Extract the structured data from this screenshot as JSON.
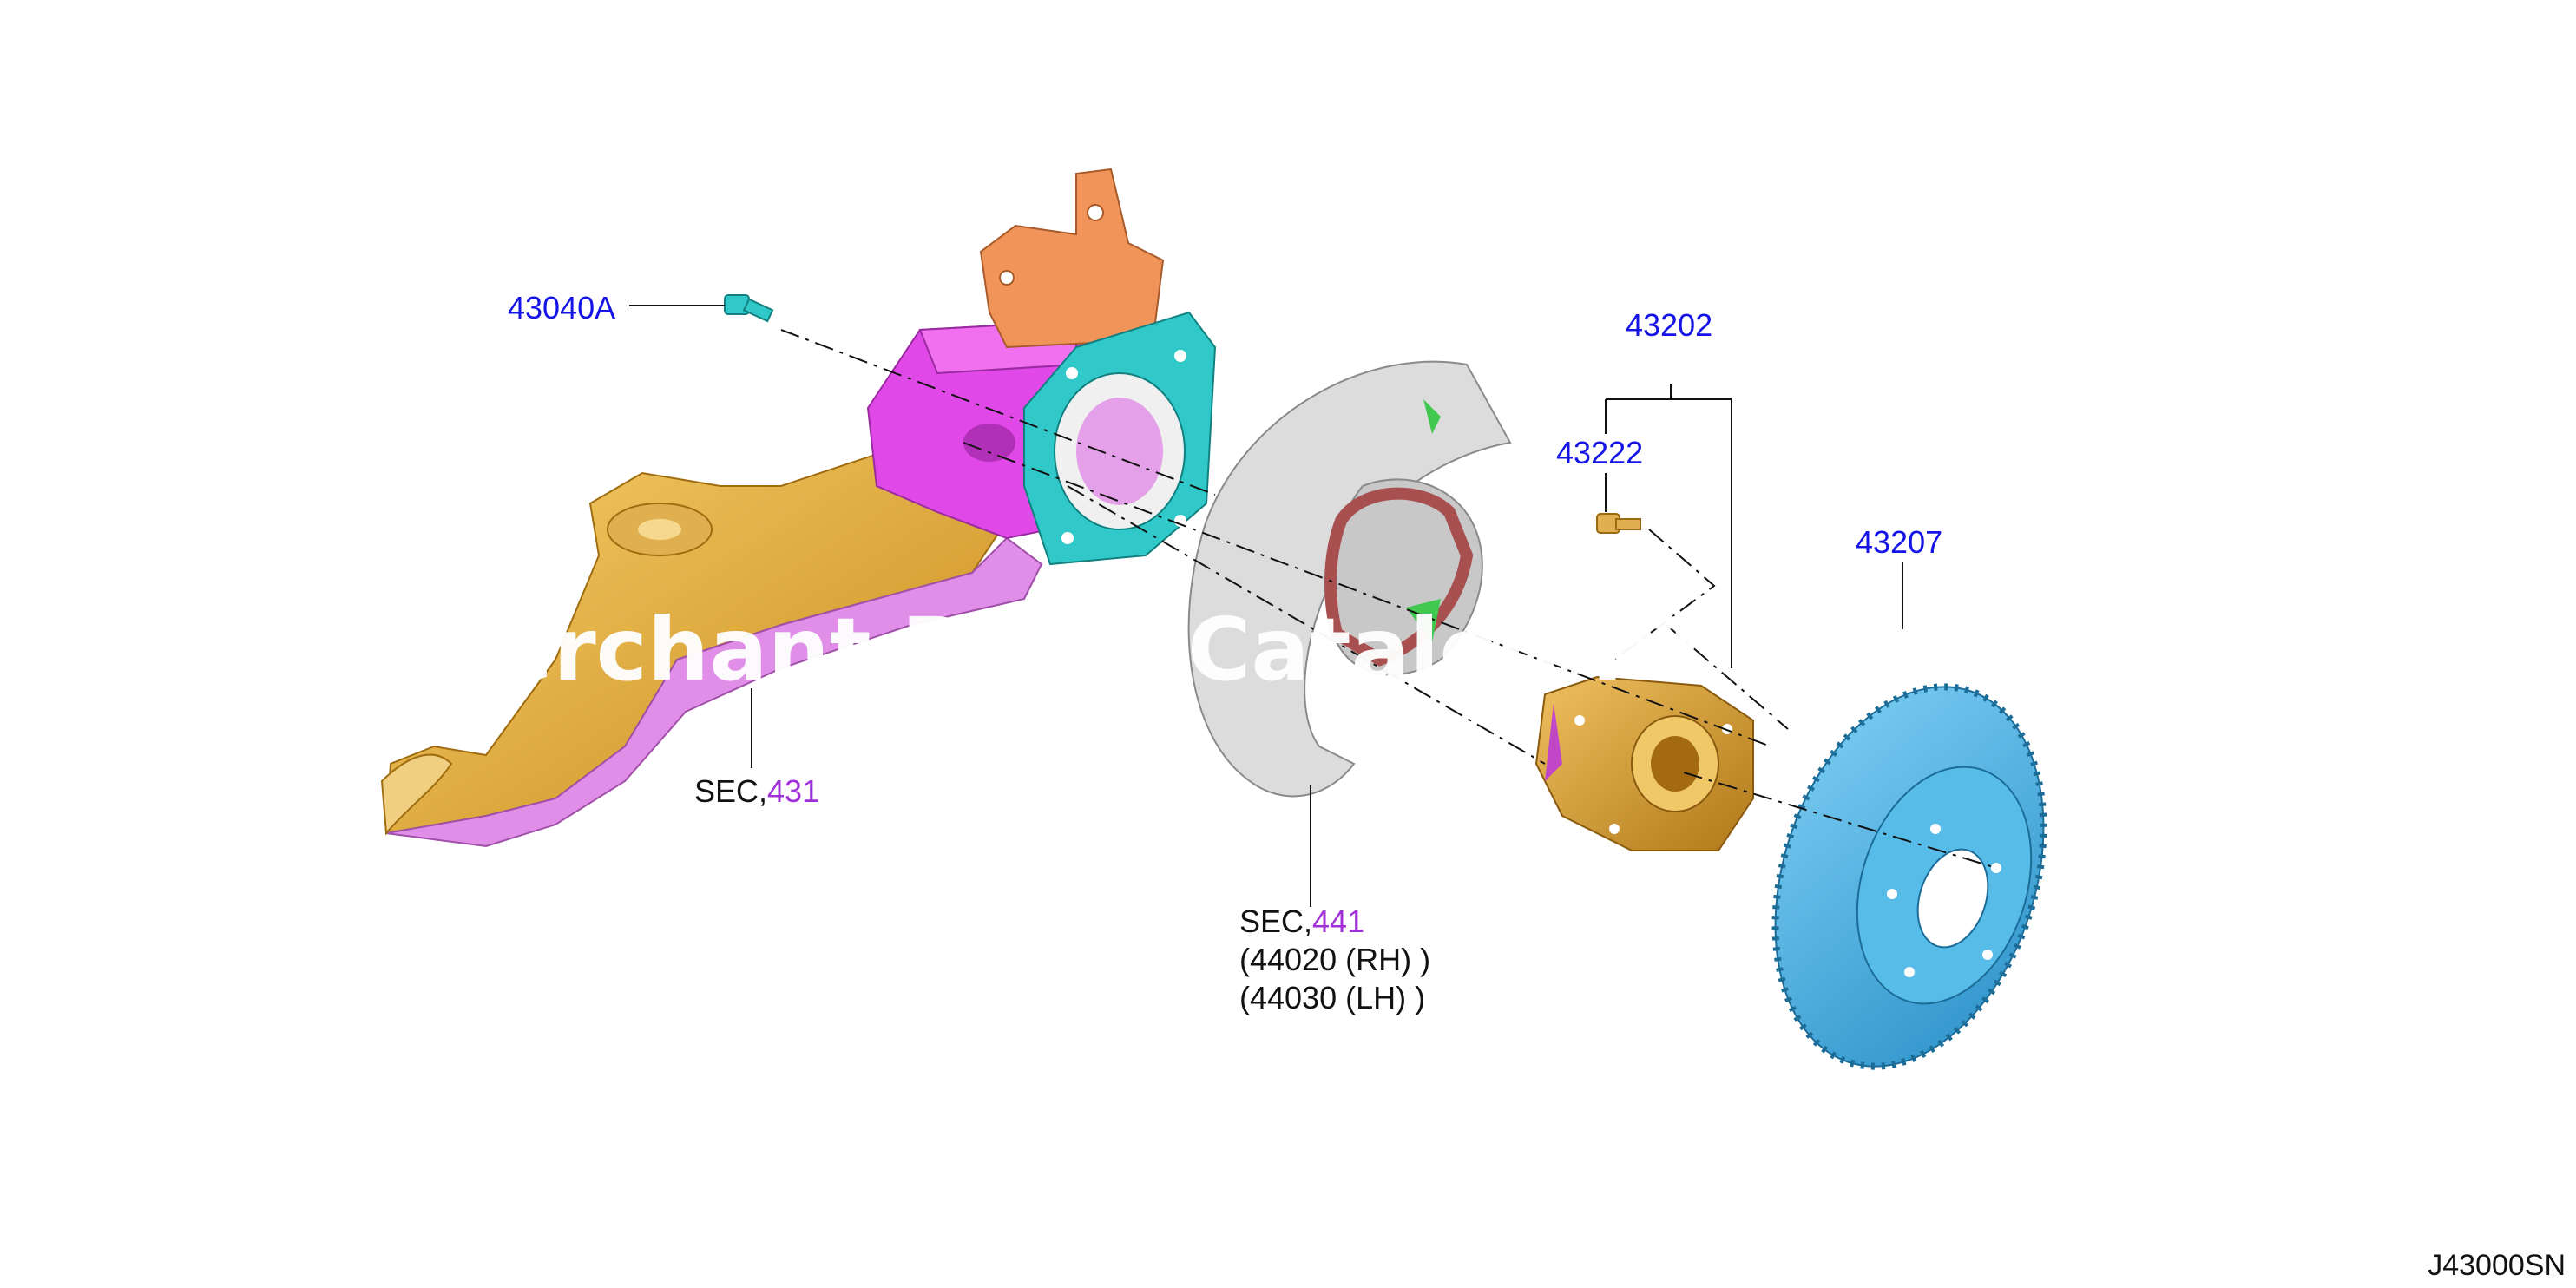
{
  "callouts": {
    "bolt": "43040A",
    "hub_assembly": "43202",
    "hub_bolt": "43222",
    "rotor": "43207"
  },
  "section_refs": {
    "knuckle": {
      "prefix": "SEC,",
      "number": "431"
    },
    "backing_plate": {
      "prefix": "SEC,",
      "number": "441",
      "notes": [
        "(44020 (RH) )",
        "(44030 (LH) )"
      ]
    }
  },
  "watermark": "Merchant Parts Catalog RT",
  "diagram_code": "J43000SN",
  "colors": {
    "callout": "#1414e6",
    "section_link": "#a030d8",
    "suspension_arm": "#e8b040",
    "knuckle": "#e048e8",
    "bracket": "#f0945a",
    "flange": "#30c8c8",
    "rotor": "#48b4e8",
    "hub": "#d8a030",
    "backing_plate": "#d8d8d8",
    "brake_shoe": "#a85050"
  }
}
